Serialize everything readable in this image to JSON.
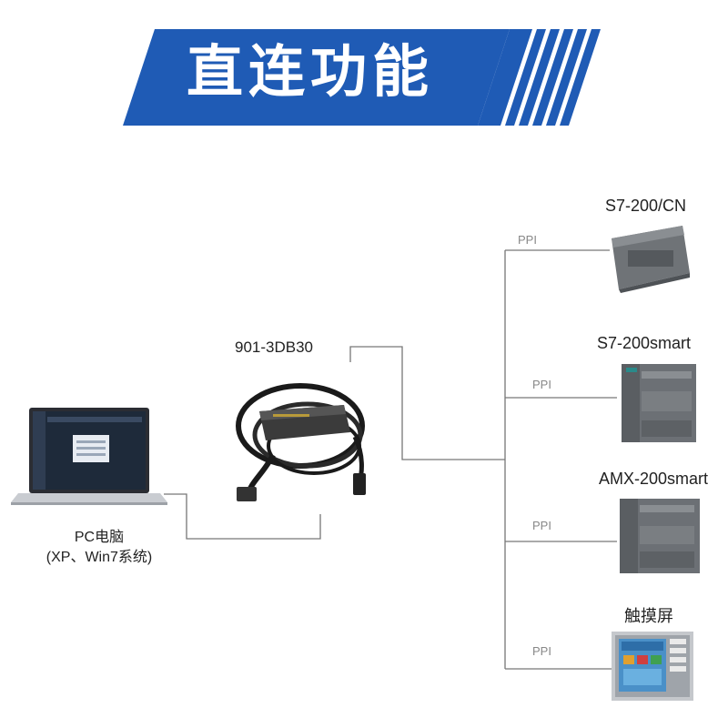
{
  "banner": {
    "title": "直连功能"
  },
  "pc": {
    "line1": "PC电脑",
    "line2": "(XP、Win7系统)"
  },
  "cable": {
    "model": "901-3DB30"
  },
  "devices": [
    {
      "name": "S7-200/CN",
      "link": "PPI"
    },
    {
      "name": "S7-200smart",
      "link": "PPI"
    },
    {
      "name": "AMX-200smart",
      "link": "PPI"
    },
    {
      "name": "触摸屏",
      "link": "PPI"
    }
  ],
  "colors": {
    "banner_blue": "#1f5bb5",
    "banner_stripe": "#2a6fd6",
    "line_gray": "#777777"
  }
}
